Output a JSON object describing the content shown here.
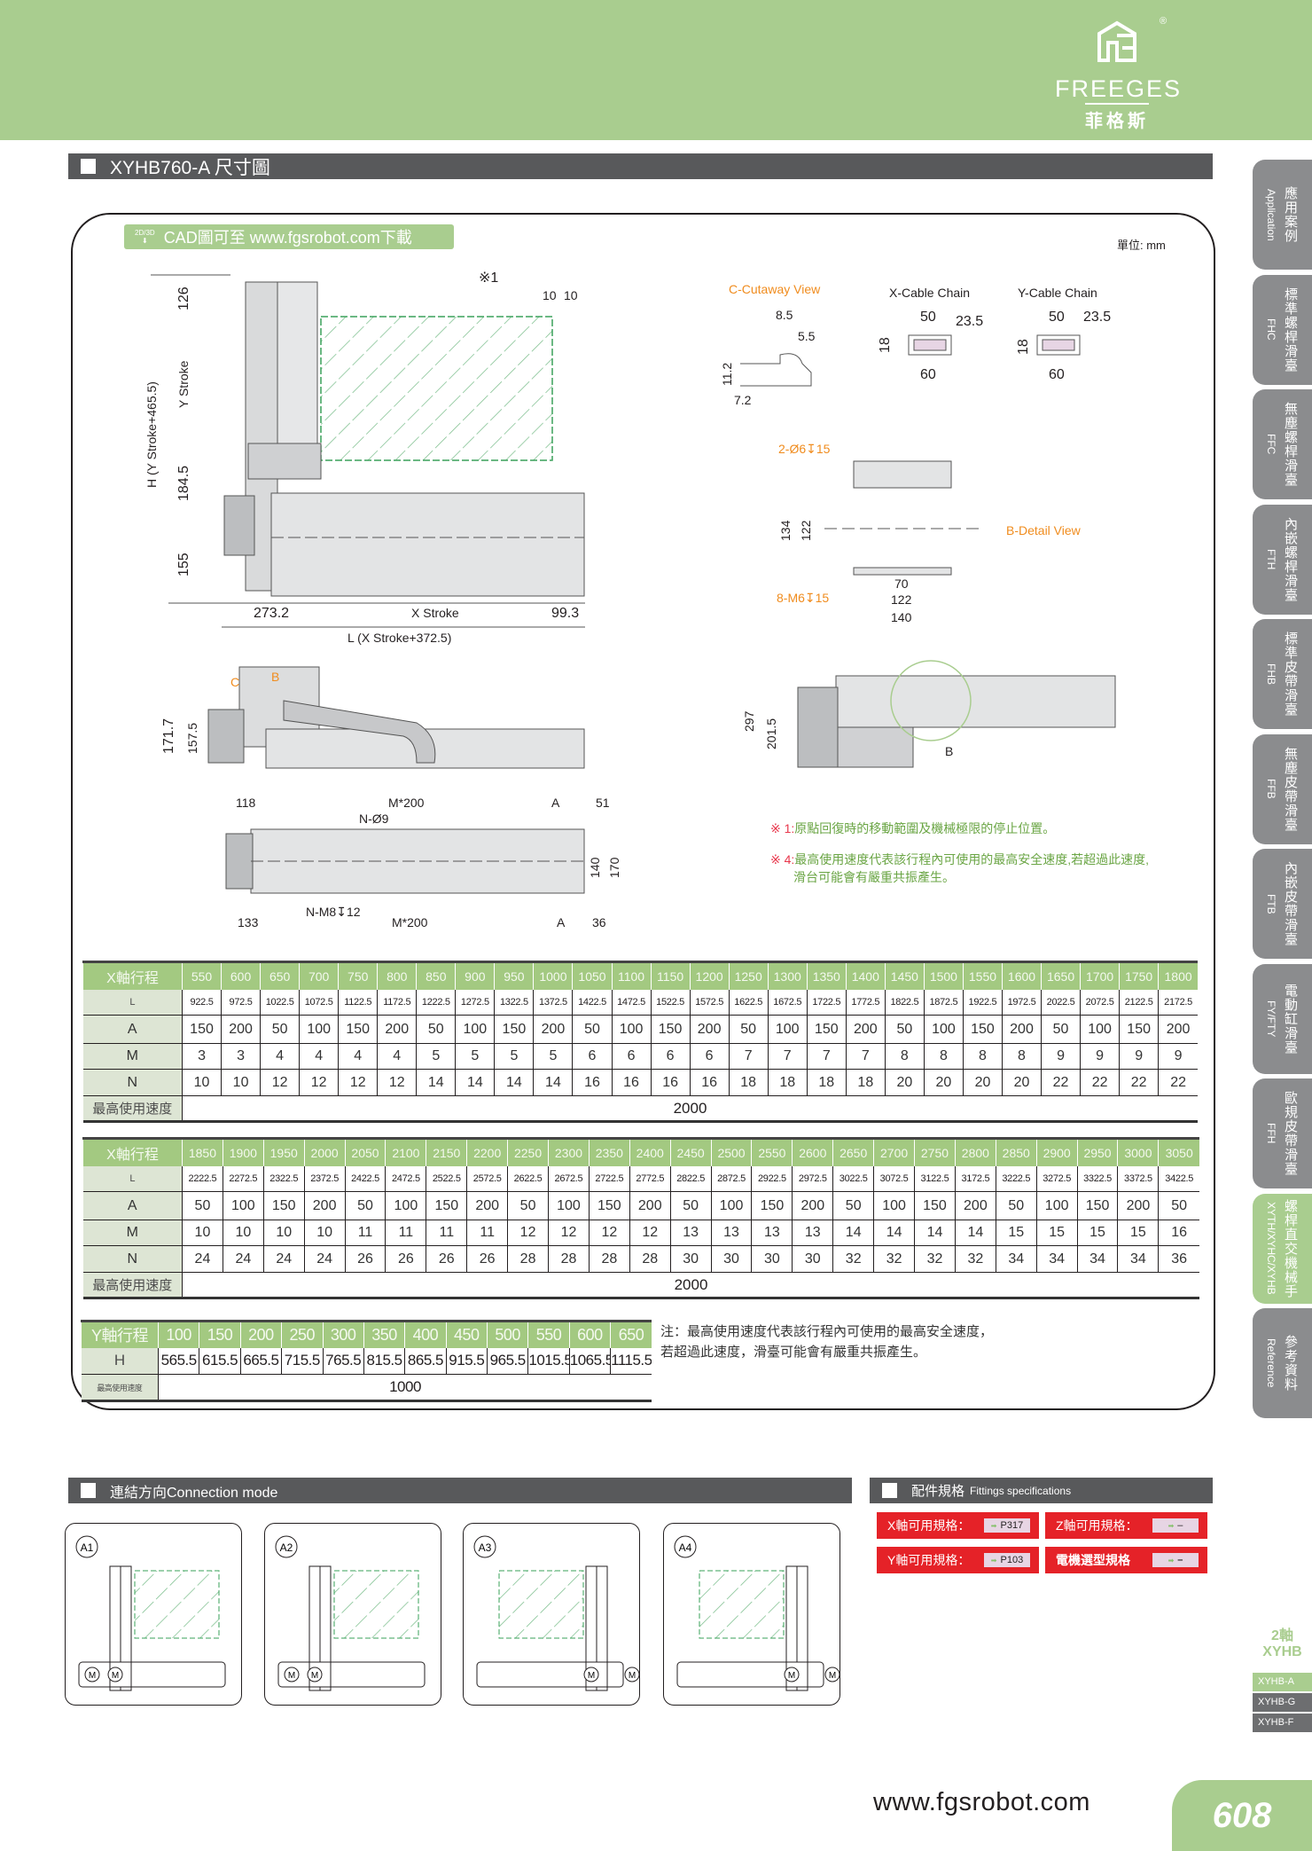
{
  "header": {
    "brand": "FREEGES",
    "brand_cn": "菲格斯",
    "registered": "®"
  },
  "title": "XYHB760-A 尺寸圖",
  "cad_banner": {
    "badge": "2D/3D",
    "text": "CAD圖可至 www.fgsrobot.com下載"
  },
  "unit": "單位: mm",
  "drawing": {
    "front": {
      "d126": "126",
      "y_stroke": "Y Stroke",
      "h": "H (Y Stroke+465.5)",
      "d184": "184.5",
      "d155": "155",
      "mark1": "※1",
      "d10a": "10",
      "d10b": "10",
      "d273": "273.2",
      "x_stroke": "X Stroke",
      "d99": "99.3",
      "l": "L (X Stroke+372.5)"
    },
    "side": {
      "d171": "171.7",
      "d157": "157.5",
      "c": "C",
      "b": "B"
    },
    "top": {
      "d118": "118",
      "m200a": "M*200",
      "a1": "A",
      "d51": "51",
      "n9": "N-Ø9",
      "d140": "140",
      "d170": "170",
      "d133": "133",
      "nm8": "N-M8↧12",
      "m200b": "M*200",
      "a2": "A",
      "d36": "36"
    },
    "cutaway": {
      "title": "C-Cutaway View",
      "d85": "8.5",
      "d55": "5.5",
      "d112": "11.2",
      "d72": "7.2"
    },
    "x_chain": {
      "title": "X-Cable Chain",
      "d50": "50",
      "d235": "23.5",
      "d18": "18",
      "d60": "60"
    },
    "y_chain": {
      "title": "Y-Cable Chain",
      "d50": "50",
      "d235": "23.5",
      "d18": "18",
      "d60": "60"
    },
    "b_detail": {
      "title": "B-Detail View",
      "holes1": "2-Ø6↧15",
      "holes2": "8-M6↧15",
      "d134": "134",
      "d122v": "122",
      "d70": "70",
      "d122": "122",
      "d140": "140"
    },
    "right_view": {
      "d297": "297",
      "d201": "201.5",
      "b": "B"
    }
  },
  "notes": [
    {
      "mark": "※ 1:",
      "text": "原點回復時的移動範圍及機械極限的停止位置。"
    },
    {
      "mark": "※ 4:",
      "text": "最高使用速度代表該行程內可使用的最高安全速度,若超過此速度,",
      "text2": "滑台可能會有嚴重共振產生。"
    }
  ],
  "table_x1": {
    "header_label": "X軸行程",
    "l_label": "L",
    "a_label": "A",
    "m_label": "M",
    "n_label": "N",
    "speed_label": "最高使用速度",
    "speed": "2000",
    "strokes": [
      "550",
      "600",
      "650",
      "700",
      "750",
      "800",
      "850",
      "900",
      "950",
      "1000",
      "1050",
      "1100",
      "1150",
      "1200",
      "1250",
      "1300",
      "1350",
      "1400",
      "1450",
      "1500",
      "1550",
      "1600",
      "1650",
      "1700",
      "1750",
      "1800"
    ],
    "L": [
      "922.5",
      "972.5",
      "1022.5",
      "1072.5",
      "1122.5",
      "1172.5",
      "1222.5",
      "1272.5",
      "1322.5",
      "1372.5",
      "1422.5",
      "1472.5",
      "1522.5",
      "1572.5",
      "1622.5",
      "1672.5",
      "1722.5",
      "1772.5",
      "1822.5",
      "1872.5",
      "1922.5",
      "1972.5",
      "2022.5",
      "2072.5",
      "2122.5",
      "2172.5"
    ],
    "A": [
      "150",
      "200",
      "50",
      "100",
      "150",
      "200",
      "50",
      "100",
      "150",
      "200",
      "50",
      "100",
      "150",
      "200",
      "50",
      "100",
      "150",
      "200",
      "50",
      "100",
      "150",
      "200",
      "50",
      "100",
      "150",
      "200"
    ],
    "M": [
      "3",
      "3",
      "4",
      "4",
      "4",
      "4",
      "5",
      "5",
      "5",
      "5",
      "6",
      "6",
      "6",
      "6",
      "7",
      "7",
      "7",
      "7",
      "8",
      "8",
      "8",
      "8",
      "9",
      "9",
      "9",
      "9"
    ],
    "N": [
      "10",
      "10",
      "12",
      "12",
      "12",
      "12",
      "14",
      "14",
      "14",
      "14",
      "16",
      "16",
      "16",
      "16",
      "18",
      "18",
      "18",
      "18",
      "20",
      "20",
      "20",
      "20",
      "22",
      "22",
      "22",
      "22"
    ]
  },
  "table_x2": {
    "header_label": "X軸行程",
    "l_label": "L",
    "a_label": "A",
    "m_label": "M",
    "n_label": "N",
    "speed_label": "最高使用速度",
    "speed": "2000",
    "strokes": [
      "1850",
      "1900",
      "1950",
      "2000",
      "2050",
      "2100",
      "2150",
      "2200",
      "2250",
      "2300",
      "2350",
      "2400",
      "2450",
      "2500",
      "2550",
      "2600",
      "2650",
      "2700",
      "2750",
      "2800",
      "2850",
      "2900",
      "2950",
      "3000",
      "3050"
    ],
    "L": [
      "2222.5",
      "2272.5",
      "2322.5",
      "2372.5",
      "2422.5",
      "2472.5",
      "2522.5",
      "2572.5",
      "2622.5",
      "2672.5",
      "2722.5",
      "2772.5",
      "2822.5",
      "2872.5",
      "2922.5",
      "2972.5",
      "3022.5",
      "3072.5",
      "3122.5",
      "3172.5",
      "3222.5",
      "3272.5",
      "3322.5",
      "3372.5",
      "3422.5"
    ],
    "A": [
      "50",
      "100",
      "150",
      "200",
      "50",
      "100",
      "150",
      "200",
      "50",
      "100",
      "150",
      "200",
      "50",
      "100",
      "150",
      "200",
      "50",
      "100",
      "150",
      "200",
      "50",
      "100",
      "150",
      "200",
      "50"
    ],
    "M": [
      "10",
      "10",
      "10",
      "10",
      "11",
      "11",
      "11",
      "11",
      "12",
      "12",
      "12",
      "12",
      "13",
      "13",
      "13",
      "13",
      "14",
      "14",
      "14",
      "14",
      "15",
      "15",
      "15",
      "15",
      "16"
    ],
    "N": [
      "24",
      "24",
      "24",
      "24",
      "26",
      "26",
      "26",
      "26",
      "28",
      "28",
      "28",
      "28",
      "30",
      "30",
      "30",
      "30",
      "32",
      "32",
      "32",
      "32",
      "34",
      "34",
      "34",
      "34",
      "36"
    ]
  },
  "table_y": {
    "header_label": "Y軸行程",
    "h_label": "H",
    "speed_label": "最高使用速度",
    "speed": "1000",
    "strokes": [
      "100",
      "150",
      "200",
      "250",
      "300",
      "350",
      "400",
      "450",
      "500",
      "550",
      "600",
      "650"
    ],
    "H": [
      "565.5",
      "615.5",
      "665.5",
      "715.5",
      "765.5",
      "815.5",
      "865.5",
      "915.5",
      "965.5",
      "1015.5",
      "1065.5",
      "1115.5"
    ]
  },
  "table_note": [
    "注：最高使用速度代表該行程內可使用的最高安全速度，",
    "若超過此速度，滑臺可能會有嚴重共振產生。"
  ],
  "connection": {
    "title": "連結方向Connection mode",
    "modes": [
      "A1",
      "A2",
      "A3",
      "A4"
    ],
    "motor": "M"
  },
  "fittings": {
    "title_cn": "配件規格",
    "title_en": "Fittings specifications",
    "items": [
      {
        "label": "X軸可用規格：",
        "value": "P317"
      },
      {
        "label": "Z軸可用規格：",
        "value": "–"
      },
      {
        "label": "Y軸可用規格：",
        "value": "P103"
      },
      {
        "label": "電機選型規格",
        "value": "–"
      }
    ]
  },
  "side_tabs": [
    {
      "cn": "應用案例",
      "en": "Application"
    },
    {
      "cn": "標準螺桿滑臺",
      "en": "FHC"
    },
    {
      "cn": "無塵螺桿滑臺",
      "en": "FFC"
    },
    {
      "cn": "內嵌螺桿滑臺",
      "en": "FTH"
    },
    {
      "cn": "標準皮帶滑臺",
      "en": "FHB"
    },
    {
      "cn": "無塵皮帶滑臺",
      "en": "FFB"
    },
    {
      "cn": "內嵌皮帶滑臺",
      "en": "FTB"
    },
    {
      "cn": "電動缸滑臺",
      "en": "FY/FTY"
    },
    {
      "cn": "歐規皮帶滑臺",
      "en": "FFH"
    },
    {
      "cn": "螺桿直交機械手",
      "en": "XYTH/XYHC/XYHB",
      "active": true
    },
    {
      "cn": "參考資料",
      "en": "Reference"
    }
  ],
  "series": {
    "title": "2軸\nXYHB",
    "items": [
      "XYHB-A",
      "XYHB-G",
      "XYHB-F"
    ]
  },
  "colors": {
    "green": "#a9cd8f",
    "dark_bar": "#58595b",
    "tab_grey": "#8b8c8e",
    "red": "#e52228",
    "orange": "#f08c1e"
  },
  "footer": {
    "url": "www.fgsrobot.com",
    "page": "608"
  }
}
